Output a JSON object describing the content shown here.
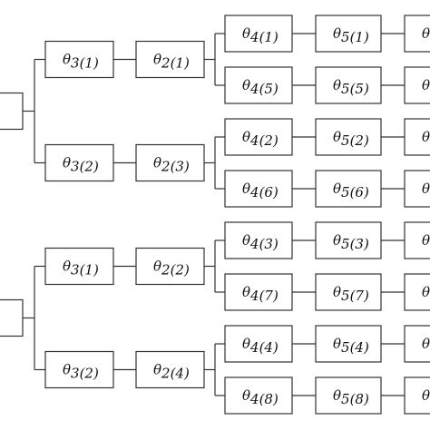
{
  "diagram": {
    "roots": [
      {
        "label": "",
        "branches": [
          {
            "theta3": {
              "symbol": "θ",
              "sub": "3(1)"
            },
            "theta2": {
              "symbol": "θ",
              "sub": "2(1)"
            },
            "leaves": [
              {
                "theta4": {
                  "symbol": "θ",
                  "sub": "4(1)"
                },
                "theta5": {
                  "symbol": "θ",
                  "sub": "5(1)"
                },
                "theta6": {
                  "symbol": "θ",
                  "sub": ""
                }
              },
              {
                "theta4": {
                  "symbol": "θ",
                  "sub": "4(5)"
                },
                "theta5": {
                  "symbol": "θ",
                  "sub": "5(5)"
                },
                "theta6": {
                  "symbol": "θ",
                  "sub": ""
                }
              }
            ]
          },
          {
            "theta3": {
              "symbol": "θ",
              "sub": "3(2)"
            },
            "theta2": {
              "symbol": "θ",
              "sub": "2(3)"
            },
            "leaves": [
              {
                "theta4": {
                  "symbol": "θ",
                  "sub": "4(2)"
                },
                "theta5": {
                  "symbol": "θ",
                  "sub": "5(2)"
                },
                "theta6": {
                  "symbol": "θ",
                  "sub": ""
                }
              },
              {
                "theta4": {
                  "symbol": "θ",
                  "sub": "4(6)"
                },
                "theta5": {
                  "symbol": "θ",
                  "sub": "5(6)"
                },
                "theta6": {
                  "symbol": "θ",
                  "sub": ""
                }
              }
            ]
          }
        ]
      },
      {
        "label": "",
        "branches": [
          {
            "theta3": {
              "symbol": "θ",
              "sub": "3(1)"
            },
            "theta2": {
              "symbol": "θ",
              "sub": "2(2)"
            },
            "leaves": [
              {
                "theta4": {
                  "symbol": "θ",
                  "sub": "4(3)"
                },
                "theta5": {
                  "symbol": "θ",
                  "sub": "5(3)"
                },
                "theta6": {
                  "symbol": "θ",
                  "sub": ""
                }
              },
              {
                "theta4": {
                  "symbol": "θ",
                  "sub": "4(7)"
                },
                "theta5": {
                  "symbol": "θ",
                  "sub": "5(7)"
                },
                "theta6": {
                  "symbol": "θ",
                  "sub": ""
                }
              }
            ]
          },
          {
            "theta3": {
              "symbol": "θ",
              "sub": "3(2)"
            },
            "theta2": {
              "symbol": "θ",
              "sub": "2(4)"
            },
            "leaves": [
              {
                "theta4": {
                  "symbol": "θ",
                  "sub": "4(4)"
                },
                "theta5": {
                  "symbol": "θ",
                  "sub": "5(4)"
                },
                "theta6": {
                  "symbol": "θ",
                  "sub": ""
                }
              },
              {
                "theta4": {
                  "symbol": "θ",
                  "sub": "4(8)"
                },
                "theta5": {
                  "symbol": "θ",
                  "sub": "5(8)"
                },
                "theta6": {
                  "symbol": "θ",
                  "sub": ""
                }
              }
            ]
          }
        ]
      }
    ]
  }
}
